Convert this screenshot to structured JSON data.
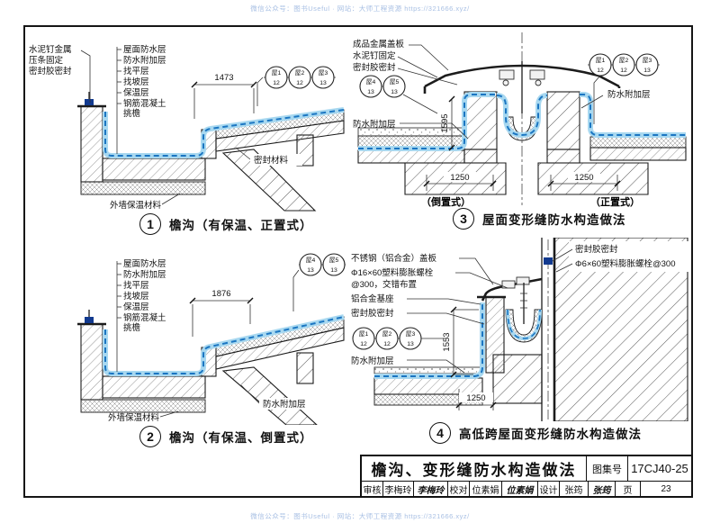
{
  "watermark": {
    "text": "微信公众号：图书Useful · 网站：大师工程资源 https://321666.xyz/"
  },
  "d1": {
    "num": "1",
    "caption": "檐沟（有保温、正置式）",
    "fix": [
      "水泥钉金属",
      "压条固定",
      "密封胶密封"
    ],
    "layers": [
      "屋面防水层",
      "防水附加层",
      "找平层",
      "找坡层",
      "保温层",
      "钢筋混凝土",
      "挑檐"
    ],
    "dim": "1473",
    "tags": [
      {
        "a": "屋1",
        "b": "12"
      },
      {
        "a": "屋2",
        "b": "12"
      },
      {
        "a": "屋3",
        "b": "13"
      }
    ],
    "seal": "密封材料",
    "wall": "外墙保温材料"
  },
  "d2": {
    "num": "2",
    "caption": "檐沟（有保温、倒置式）",
    "layers": [
      "屋面防水层",
      "防水附加层",
      "找平层",
      "找坡层",
      "保温层",
      "钢筋混凝土",
      "挑檐"
    ],
    "dim": "1876",
    "tags": [
      {
        "a": "屋4",
        "b": "13"
      },
      {
        "a": "屋5",
        "b": "13"
      }
    ],
    "extra": "防水附加层",
    "wall": "外墙保温材料"
  },
  "d3": {
    "num": "3",
    "caption": "屋面变形缝防水构造做法",
    "fix": [
      "成品金属盖板",
      "水泥钉固定",
      "密封胶密封"
    ],
    "tags_left": [
      {
        "a": "屋4",
        "b": "13"
      },
      {
        "a": "屋5",
        "b": "13"
      }
    ],
    "tags_right": [
      {
        "a": "屋1",
        "b": "12"
      },
      {
        "a": "屋2",
        "b": "12"
      },
      {
        "a": "屋3",
        "b": "13"
      }
    ],
    "extra_left": "防水附加层",
    "extra_right": "防水附加层",
    "vdim": "1595",
    "dim_left": "1250",
    "dim_right": "1250",
    "sub_left": "（倒置式）",
    "sub_right": "（正置式）"
  },
  "d4": {
    "num": "4",
    "caption": "高低跨屋面变形缝防水构造做法",
    "fix": [
      "不锈钢（铝合金）盖板",
      "Φ16×60塑料膨胀螺栓",
      "@300，交错布置",
      "铝合金基座",
      "密封胶密封"
    ],
    "tags": [
      {
        "a": "屋1",
        "b": "12"
      },
      {
        "a": "屋2",
        "b": "12"
      },
      {
        "a": "屋3",
        "b": "13"
      }
    ],
    "extra": "防水附加层",
    "right": [
      "密封胶密封",
      "Φ6×60塑料膨胀螺栓@300"
    ],
    "vdim": "1553",
    "dim": "1250"
  },
  "titleblock": {
    "title": "檐沟、变形缝防水构造做法",
    "atlas_label": "图集号",
    "atlas_no": "17CJ40-25",
    "review_label": "审核",
    "review_name": "李梅玲",
    "review_sig": "李梅玲",
    "proof_label": "校对",
    "proof_name": "位素娟",
    "proof_sig": "位素娟",
    "design_label": "设计",
    "design_name": "张筠",
    "design_sig": "张筠",
    "page_label": "页",
    "page_no": "23"
  }
}
